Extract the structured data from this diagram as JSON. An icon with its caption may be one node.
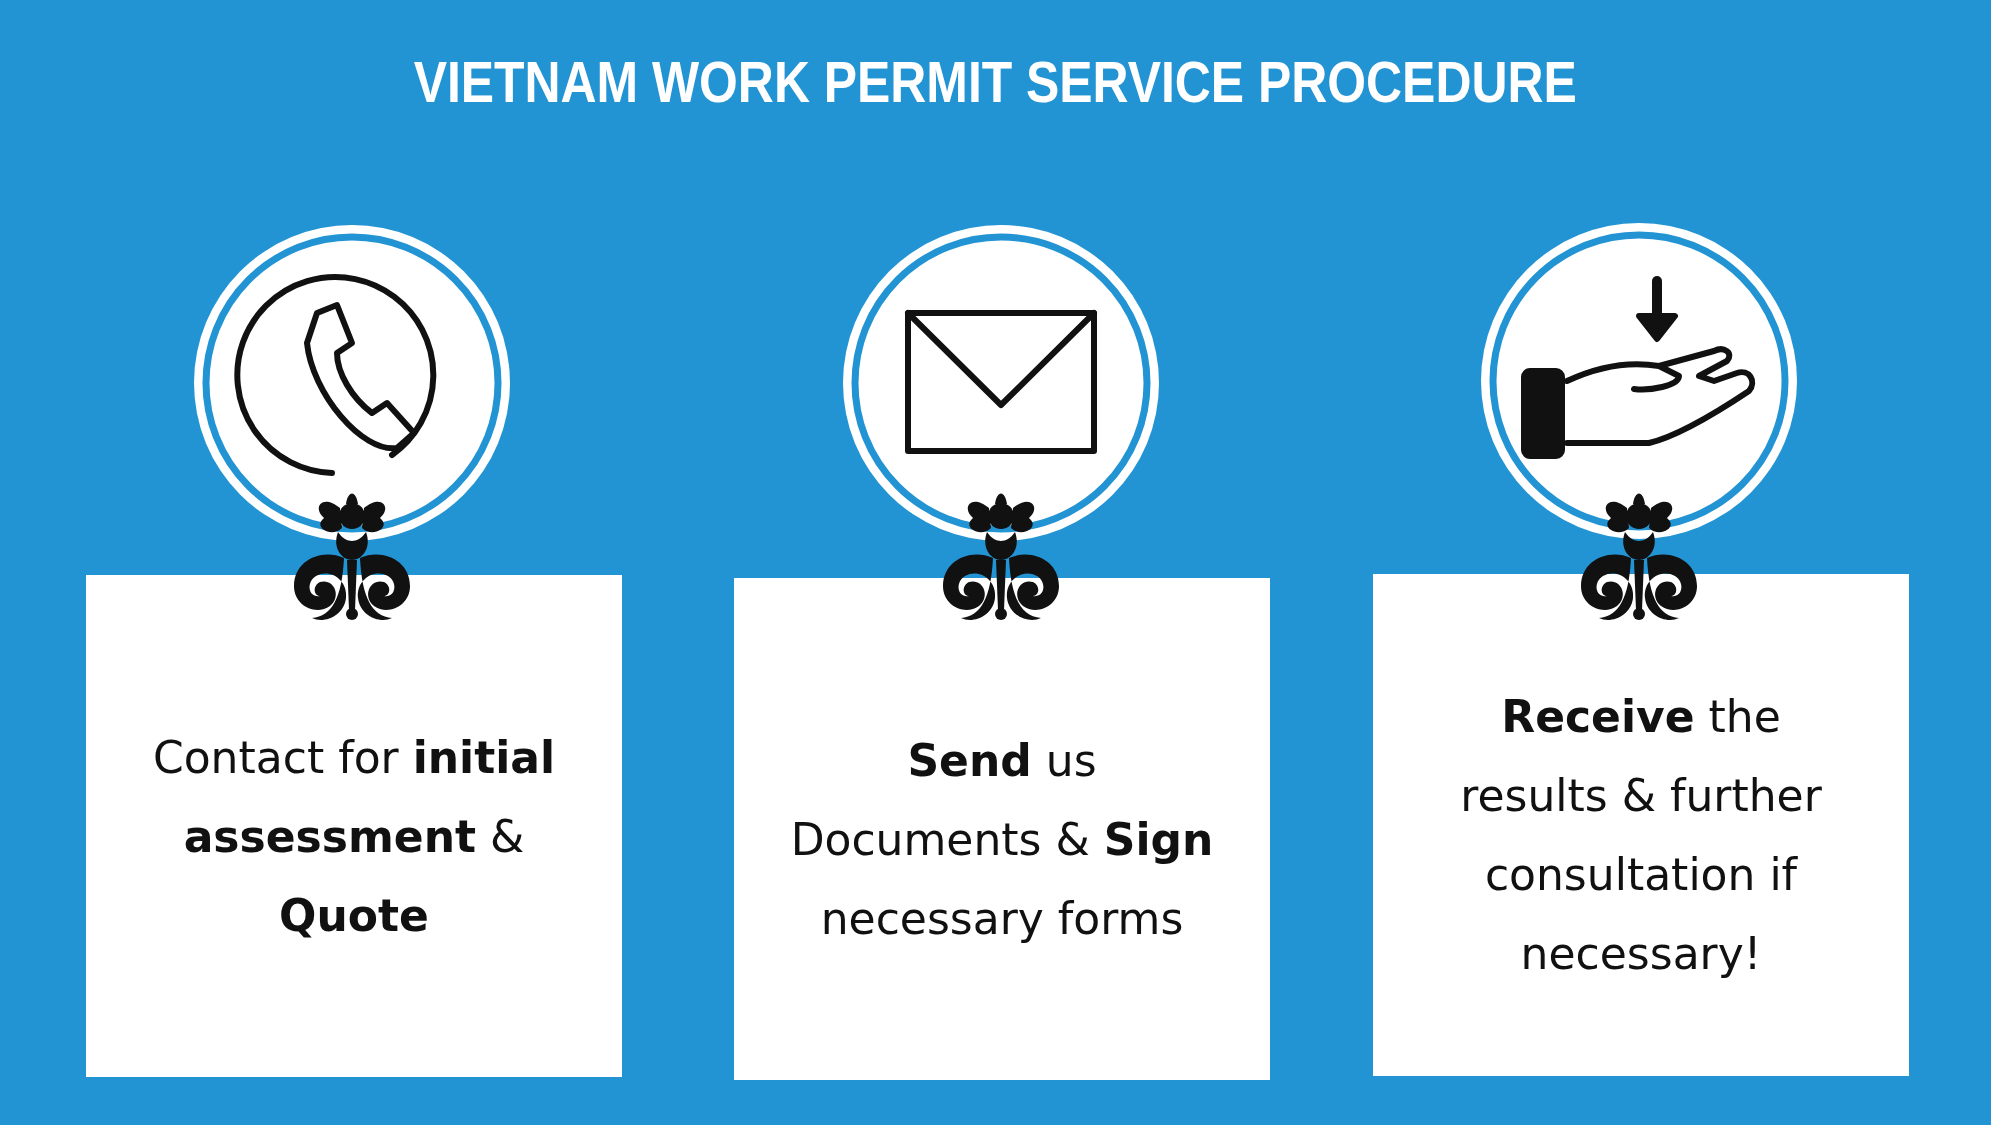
{
  "diagram": {
    "title": "VIETNAM WORK PERMIT SERVICE PROCEDURE",
    "nodes": [
      {
        "text": [
          "Contact for **initial assessment** & **Quote**"
        ]
      },
      {
        "text": [
          "**Send** us Documents & **Sign** necessary forms"
        ]
      },
      {
        "text": [
          "**Receive** the results & further consultation if necessary!"
        ]
      }
    ]
  }
}
